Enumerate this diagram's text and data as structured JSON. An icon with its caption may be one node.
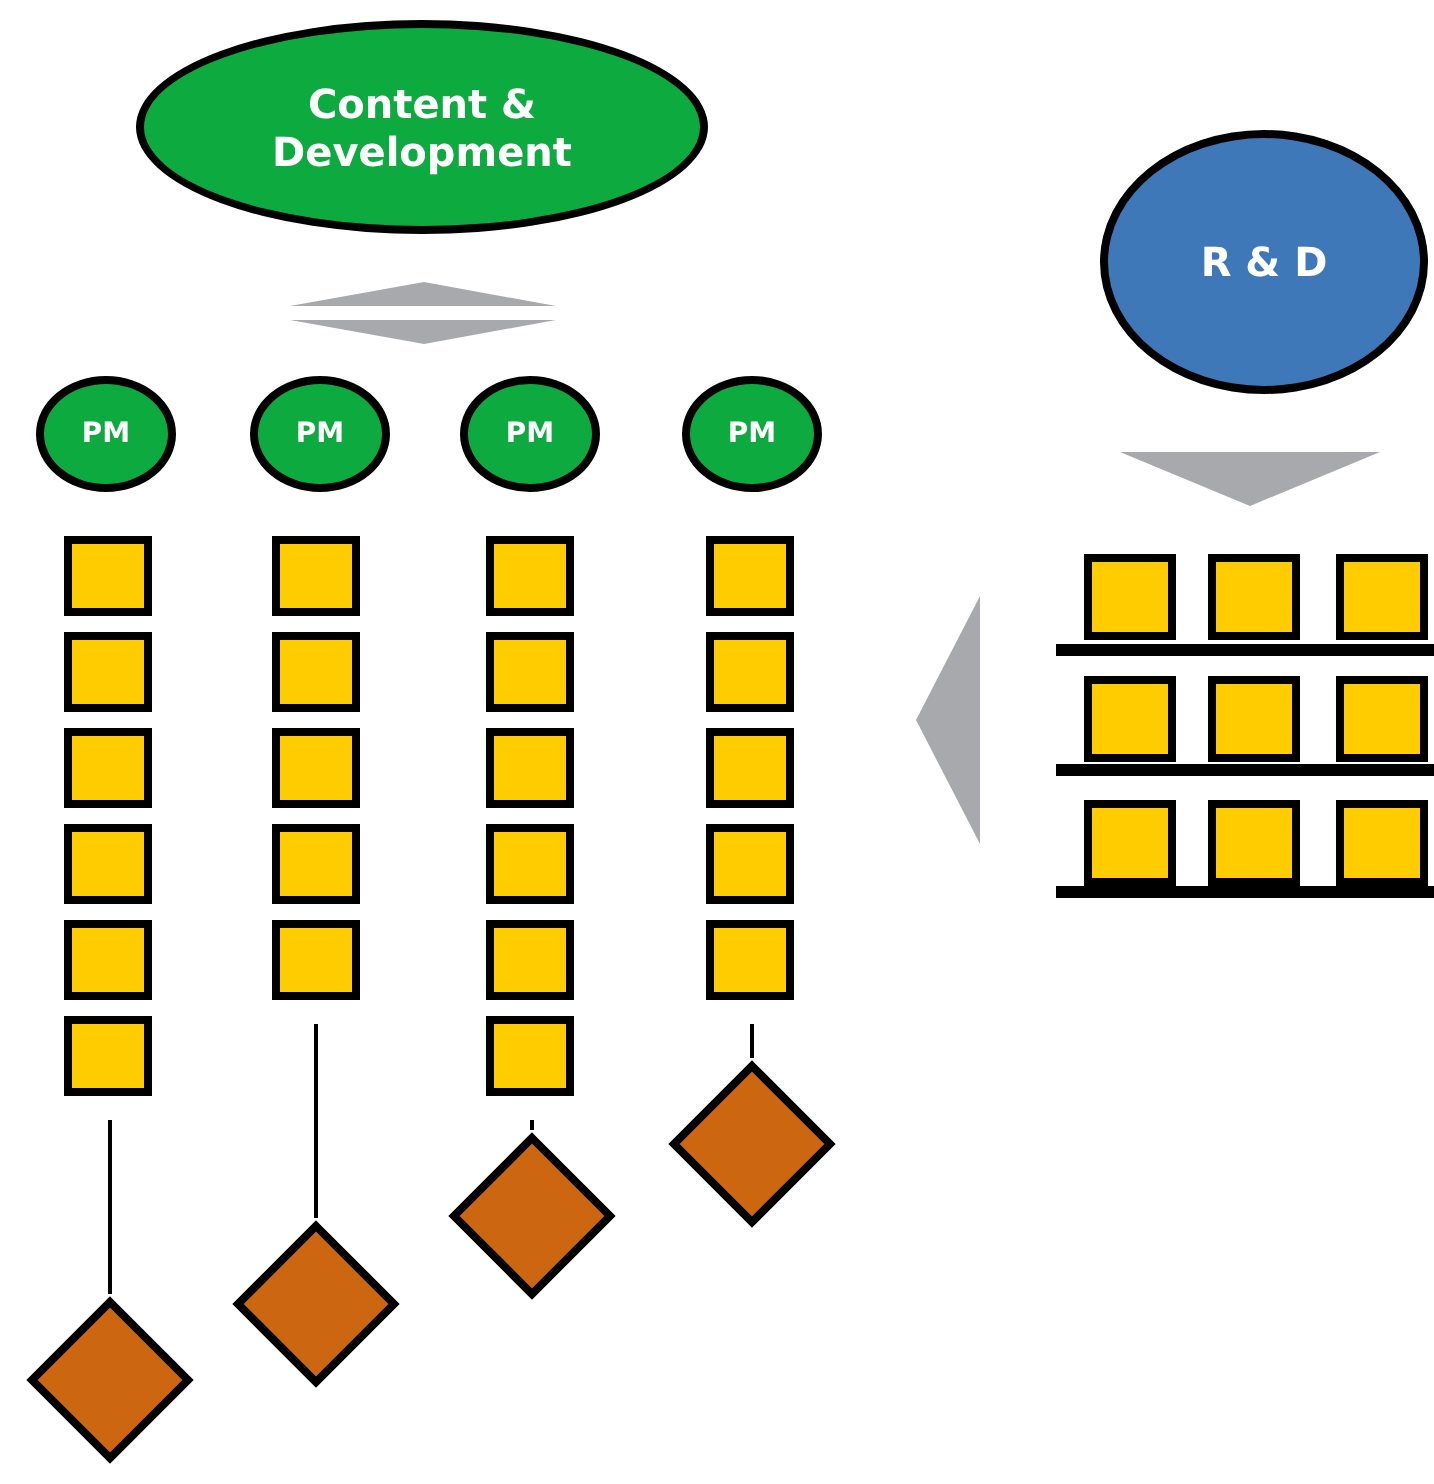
{
  "diagram": {
    "nodes": [
      {
        "text": [
          "Content & Development"
        ]
      },
      {
        "text": [
          "R & D"
        ]
      },
      {
        "text": [
          "PM"
        ]
      },
      {
        "text": [
          "PM"
        ]
      },
      {
        "text": [
          "PM"
        ]
      },
      {
        "text": [
          "PM"
        ]
      },
      {
        "text": [],
        "shape": "box"
      },
      {
        "text": [],
        "shape": "box"
      },
      {
        "text": [],
        "shape": "box"
      },
      {
        "text": [],
        "shape": "box"
      },
      {
        "text": [],
        "shape": "box"
      },
      {
        "text": [],
        "shape": "box"
      },
      {
        "text": [],
        "shape": "box"
      },
      {
        "text": [],
        "shape": "box"
      },
      {
        "text": [],
        "shape": "box"
      },
      {
        "text": [],
        "shape": "box"
      },
      {
        "text": [],
        "shape": "box"
      },
      {
        "text": [],
        "shape": "box"
      },
      {
        "text": [],
        "shape": "box"
      },
      {
        "text": [],
        "shape": "box"
      },
      {
        "text": [],
        "shape": "box"
      },
      {
        "text": [],
        "shape": "box"
      },
      {
        "text": [],
        "shape": "box"
      },
      {
        "text": [],
        "shape": "box"
      },
      {
        "text": [],
        "shape": "box"
      },
      {
        "text": [],
        "shape": "box"
      },
      {
        "text": [],
        "shape": "box"
      },
      {
        "text": [],
        "shape": "box"
      },
      {
        "text": [],
        "shape": "box"
      },
      {
        "text": [],
        "shape": "box"
      },
      {
        "text": [],
        "shape": "box"
      },
      {
        "text": [],
        "shape": "box"
      },
      {
        "text": [],
        "shape": "box"
      },
      {
        "text": [],
        "shape": "box"
      },
      {
        "text": [],
        "shape": "box"
      },
      {
        "text": [],
        "shape": "box"
      },
      {
        "text": [],
        "shape": "box"
      },
      {
        "text": [],
        "shape": "diamond"
      },
      {
        "text": [],
        "shape": "diamond"
      },
      {
        "text": [],
        "shape": "diamond"
      },
      {
        "text": [],
        "shape": "diamond"
      },
      {
        "text": [],
        "shape": "arrow"
      },
      {
        "text": [],
        "shape": "arrow"
      },
      {
        "text": [],
        "shape": "arrow"
      }
    ],
    "edges": [
      {
        "from": 11,
        "to": 37,
        "arrow": "none"
      },
      {
        "from": 16,
        "to": 38,
        "arrow": "none"
      },
      {
        "from": 22,
        "to": 39,
        "arrow": "none"
      },
      {
        "from": 27,
        "to": 40,
        "arrow": "none"
      }
    ]
  }
}
